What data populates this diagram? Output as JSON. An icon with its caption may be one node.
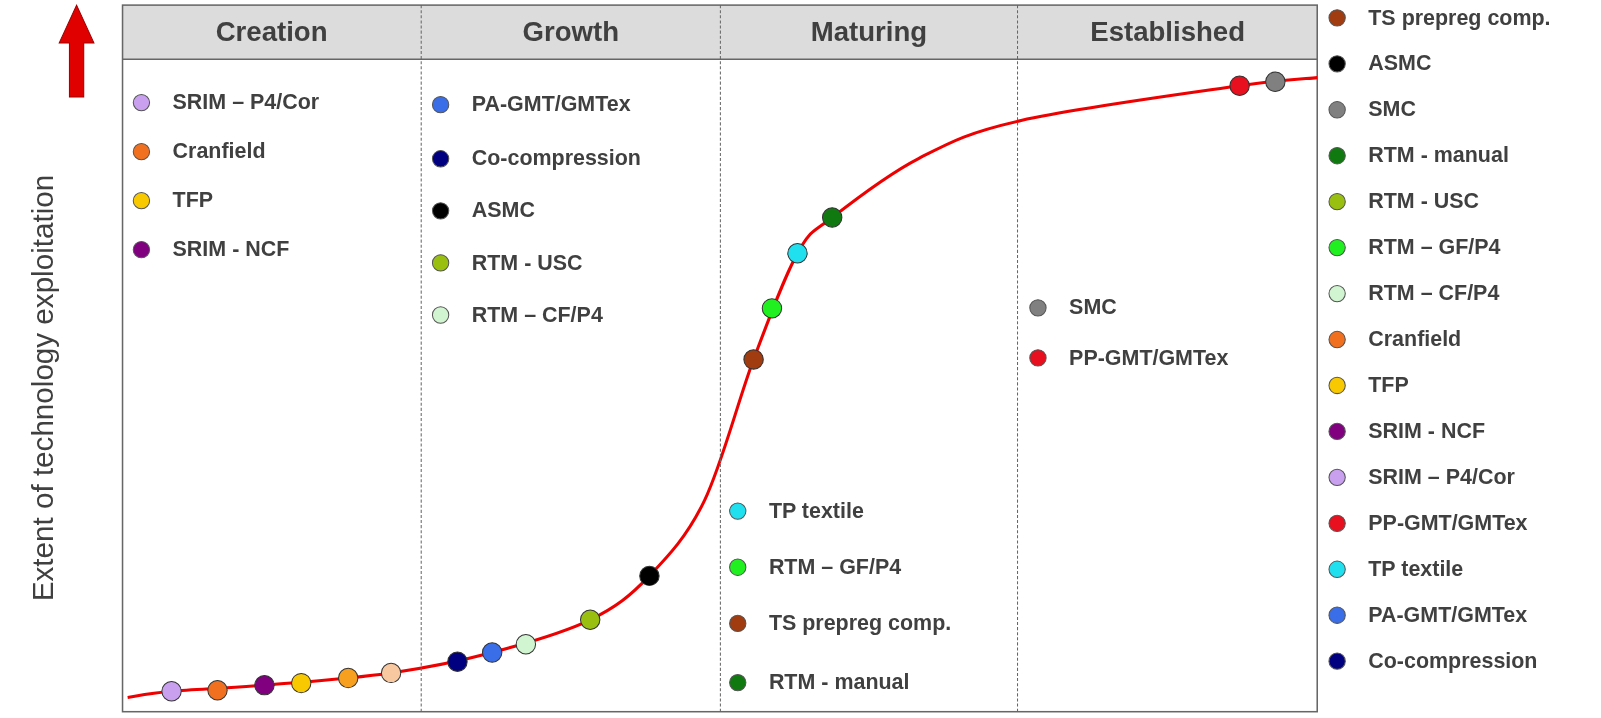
{
  "diagram": {
    "nodes": [
      {
        "text": [
          "Creation"
        ]
      },
      {
        "text": [
          "Growth"
        ]
      },
      {
        "text": [
          "Maturing"
        ]
      },
      {
        "text": [
          "Established"
        ]
      }
    ],
    "labels": [
      "Extent of technology exploitation",
      "SRIM – P4/Cor",
      "Cranfield",
      "TFP",
      "SRIM - NCF",
      "PA-GMT/GMTex",
      "Co-compression",
      "ASMC",
      "RTM - USC",
      "RTM – CF/P4",
      "TP textile",
      "RTM – GF/P4",
      "TS prepreg comp.",
      "RTM - manual",
      "SMC",
      "PP-GMT/GMTex"
    ],
    "legend": [
      {
        "text": "TS prepreg comp.",
        "color": "#a03c10"
      },
      {
        "text": "ASMC",
        "color": "#000000"
      },
      {
        "text": "SMC",
        "color": "#808080"
      },
      {
        "text": "RTM - manual",
        "color": "#107a10"
      },
      {
        "text": "RTM - USC",
        "color": "#99c010"
      },
      {
        "text": "RTM – GF/P4",
        "color": "#20f020"
      },
      {
        "text": "RTM – CF/P4",
        "color": "#d0f5d0"
      },
      {
        "text": "Cranfield",
        "color": "#f07020"
      },
      {
        "text": "TFP",
        "color": "#f8c800"
      },
      {
        "text": "SRIM - NCF",
        "color": "#800080"
      },
      {
        "text": "SRIM – P4/Cor",
        "color": "#c9a0f0"
      },
      {
        "text": "PP-GMT/GMTex",
        "color": "#e8101e"
      },
      {
        "text": "TP textile",
        "color": "#20e0f0"
      },
      {
        "text": "PA-GMT/GMTex",
        "color": "#3a6ee8"
      },
      {
        "text": "Co-compression",
        "color": "#000080"
      }
    ]
  }
}
